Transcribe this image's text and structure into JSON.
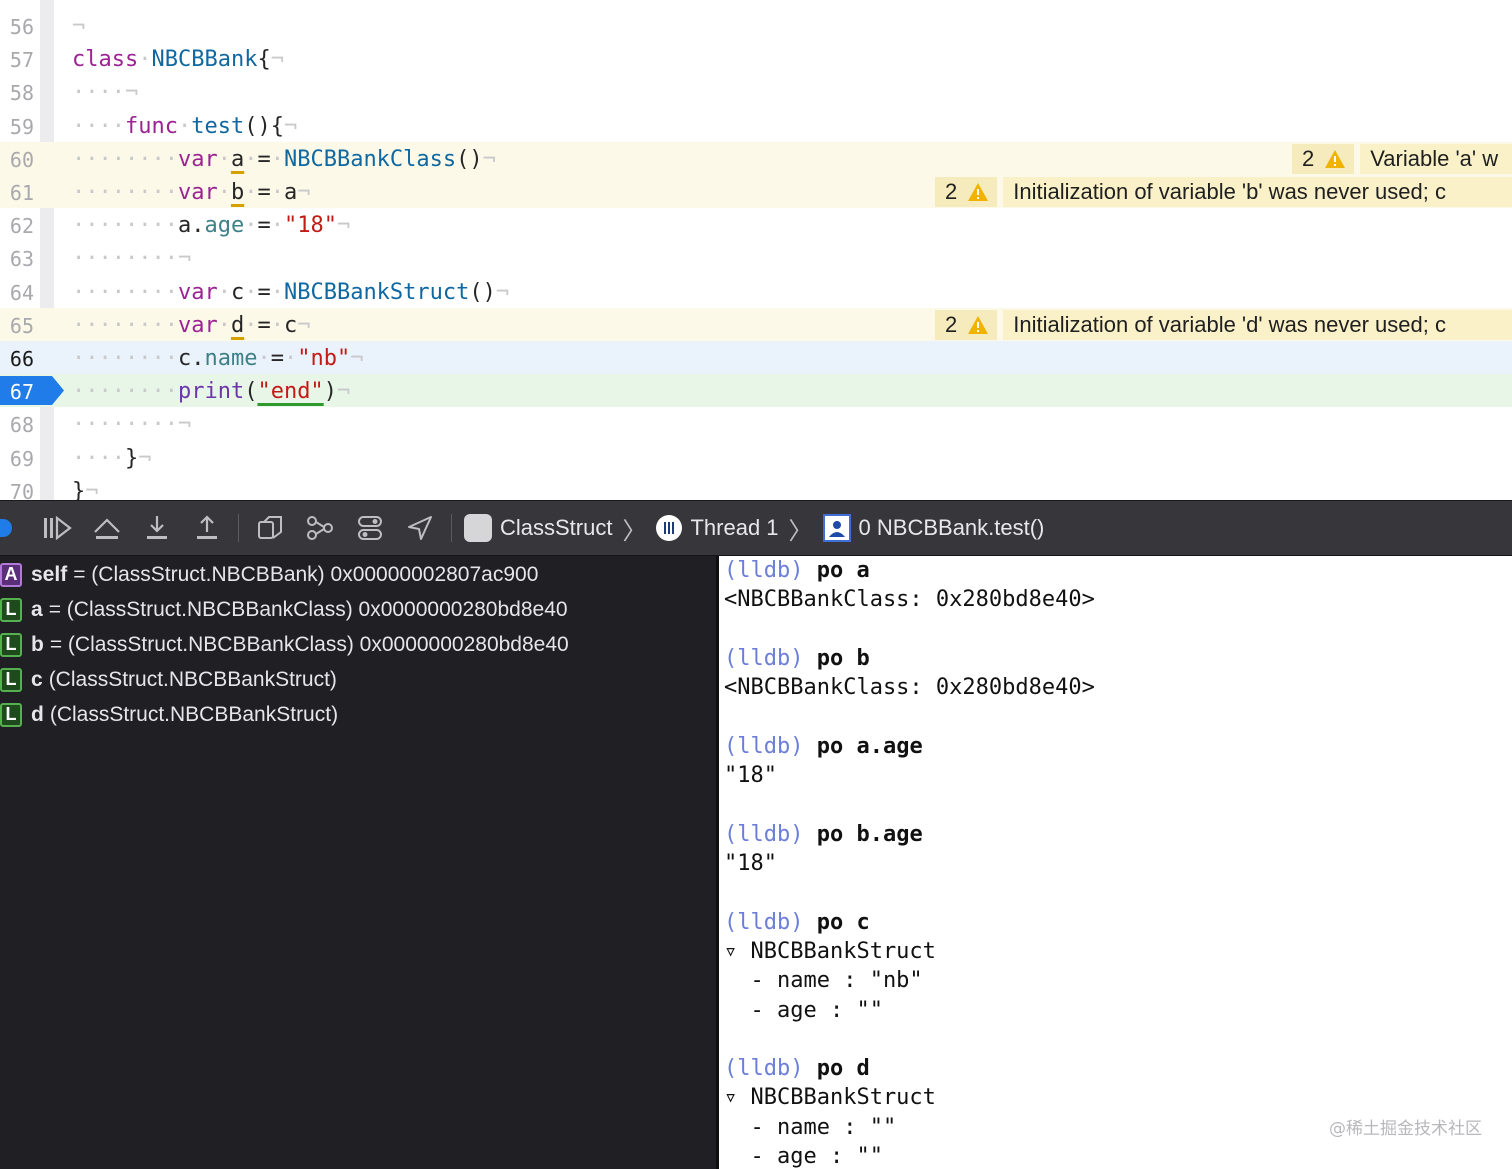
{
  "editor": {
    "lines": [
      {
        "num": "56",
        "html": "<span class='d'>¬</span>"
      },
      {
        "num": "57",
        "html": "<span class='kw'>class</span><span class='d'>·</span><span class='ty'>NBCBBank</span>{<span class='d'>¬</span>"
      },
      {
        "num": "58",
        "html": "<span class='d'>····¬</span>"
      },
      {
        "num": "59",
        "html": "<span class='d'>····</span><span class='kw'>func</span><span class='d'>·</span><span class='ty'>test</span>(){<span class='d'>¬</span>"
      },
      {
        "num": "60",
        "html": "<span class='d'>········</span><span class='kw'>var</span><span class='d'>·</span><span class='ul'>a</span><span class='d'>·</span>=<span class='d'>·</span><span class='ty'>NBCBBankClass</span>()<span class='d'>¬</span>"
      },
      {
        "num": "61",
        "html": "<span class='d'>········</span><span class='kw'>var</span><span class='d'>·</span><span class='ul'>b</span><span class='d'>·</span>=<span class='d'>·</span>a<span class='d'>¬</span>"
      },
      {
        "num": "62",
        "html": "<span class='d'>········</span>a.<span class='pr'>age</span><span class='d'>·</span>=<span class='d'>·</span><span class='st'>\"18\"</span><span class='d'>¬</span>"
      },
      {
        "num": "63",
        "html": "<span class='d'>········¬</span>"
      },
      {
        "num": "64",
        "html": "<span class='d'>········</span><span class='kw'>var</span><span class='d'>·</span>c<span class='d'>·</span>=<span class='d'>·</span><span class='ty'>NBCBBankStruct</span>()<span class='d'>¬</span>"
      },
      {
        "num": "65",
        "html": "<span class='d'>········</span><span class='kw'>var</span><span class='d'>·</span><span class='ul'>d</span><span class='d'>·</span>=<span class='d'>·</span>c<span class='d'>¬</span>"
      },
      {
        "num": "66",
        "html": "<span class='d'>········</span>c.<span class='pr'>name</span><span class='d'>·</span>=<span class='d'>·</span><span class='st'>\"nb\"</span><span class='d'>¬</span>"
      },
      {
        "num": "67",
        "html": "<span class='d'>········</span><span class='fn'>print</span>(<span class='st ulg'>\"end\"</span>)<span class='d'>¬</span>"
      },
      {
        "num": "68",
        "html": "<span class='d'>········¬</span>"
      },
      {
        "num": "69",
        "html": "<span class='d'>····</span>}<span class='d'>¬</span>"
      },
      {
        "num": "70",
        "html": "}<span class='d'>¬</span>"
      }
    ],
    "warnings": [
      {
        "line": "60",
        "count": "2",
        "text": "Variable 'a' w"
      },
      {
        "line": "61",
        "count": "2",
        "text": "Initialization of variable 'b' was never used; c"
      },
      {
        "line": "65",
        "count": "2",
        "text": "Initialization of variable 'd' was never used; c"
      }
    ],
    "current_line": "66",
    "exec_line": "67"
  },
  "debugbar": {
    "target": "ClassStruct",
    "thread": "Thread 1",
    "frame": "0 NBCBBank.test()",
    "chevron": "〉"
  },
  "variables": [
    {
      "kind": "A",
      "name": "self",
      "rest": "= (ClassStruct.NBCBBank) 0x00000002807ac900"
    },
    {
      "kind": "L",
      "name": "a",
      "rest": "= (ClassStruct.NBCBBankClass) 0x0000000280bd8e40"
    },
    {
      "kind": "L",
      "name": "b",
      "rest": "= (ClassStruct.NBCBBankClass) 0x0000000280bd8e40"
    },
    {
      "kind": "L",
      "name": "c",
      "rest": "(ClassStruct.NBCBBankStruct)"
    },
    {
      "kind": "L",
      "name": "d",
      "rest": "(ClassStruct.NBCBBankStruct)"
    }
  ],
  "console": {
    "prompt": "(lldb)",
    "lines": [
      {
        "type": "cmd",
        "text": "po a"
      },
      {
        "type": "out",
        "text": "<NBCBBankClass: 0x280bd8e40>"
      },
      {
        "type": "blank",
        "text": ""
      },
      {
        "type": "cmd",
        "text": "po b"
      },
      {
        "type": "out",
        "text": "<NBCBBankClass: 0x280bd8e40>"
      },
      {
        "type": "blank",
        "text": ""
      },
      {
        "type": "cmd",
        "text": "po a.age"
      },
      {
        "type": "out",
        "text": "\"18\""
      },
      {
        "type": "blank",
        "text": ""
      },
      {
        "type": "cmd",
        "text": "po b.age"
      },
      {
        "type": "out",
        "text": "\"18\""
      },
      {
        "type": "blank",
        "text": ""
      },
      {
        "type": "cmd",
        "text": "po c"
      },
      {
        "type": "out",
        "text": "▿ NBCBBankStruct"
      },
      {
        "type": "out",
        "text": "  - name : \"nb\""
      },
      {
        "type": "out",
        "text": "  - age : \"\""
      },
      {
        "type": "blank",
        "text": ""
      },
      {
        "type": "cmd",
        "text": "po d"
      },
      {
        "type": "out",
        "text": "▿ NBCBBankStruct"
      },
      {
        "type": "out",
        "text": "  - name : \"\""
      },
      {
        "type": "out",
        "text": "  - age : \"\""
      }
    ]
  },
  "watermark": "@稀土掘金技术社区",
  "colors": {
    "accent": "#1f7ce8",
    "warning": "#f0b400"
  }
}
